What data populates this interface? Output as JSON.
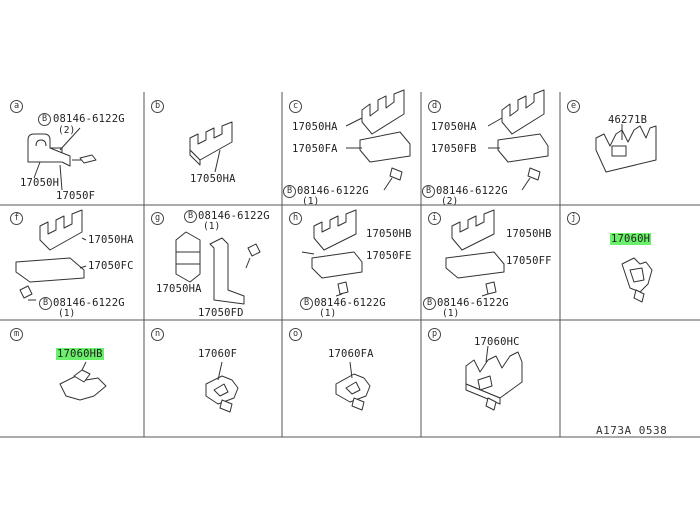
{
  "highlight_color": "#6af06a",
  "cells": {
    "a": {
      "letter": "a",
      "bolt": "08146-6122G",
      "qty": "(2)",
      "part1": "17050H",
      "part2": "17050F"
    },
    "b": {
      "letter": "b",
      "part1": "17050HA"
    },
    "c": {
      "letter": "c",
      "part1": "17050HA",
      "part2": "17050FA",
      "bolt": "08146-6122G",
      "qty": "(1)"
    },
    "d": {
      "letter": "d",
      "part1": "17050HA",
      "part2": "17050FB",
      "bolt": "08146-6122G",
      "qty": "(2)"
    },
    "e": {
      "letter": "e",
      "part1": "46271B"
    },
    "f": {
      "letter": "f",
      "part1": "17050HA",
      "part2": "17050FC",
      "bolt": "08146-6122G",
      "qty": "(1)"
    },
    "g": {
      "letter": "g",
      "bolt": "08146-6122G",
      "qty": "(1)",
      "part1": "17050HA",
      "part2": "17050FD"
    },
    "h": {
      "letter": "h",
      "part1": "17050HB",
      "part2": "17050FE",
      "bolt": "08146-6122G",
      "qty": "(1)"
    },
    "i": {
      "letter": "i",
      "part1": "17050HB",
      "part2": "17050FF",
      "bolt": "08146-6122G",
      "qty": "(1)"
    },
    "j": {
      "letter": "j",
      "part1": "17060H"
    },
    "m": {
      "letter": "m",
      "part1": "17060HB"
    },
    "n": {
      "letter": "n",
      "part1": "17060F"
    },
    "o": {
      "letter": "o",
      "part1": "17060FA"
    },
    "p": {
      "letter": "p",
      "part1": "17060HC"
    }
  },
  "bolt_marker": "B",
  "ref_code": "A173A 0538"
}
